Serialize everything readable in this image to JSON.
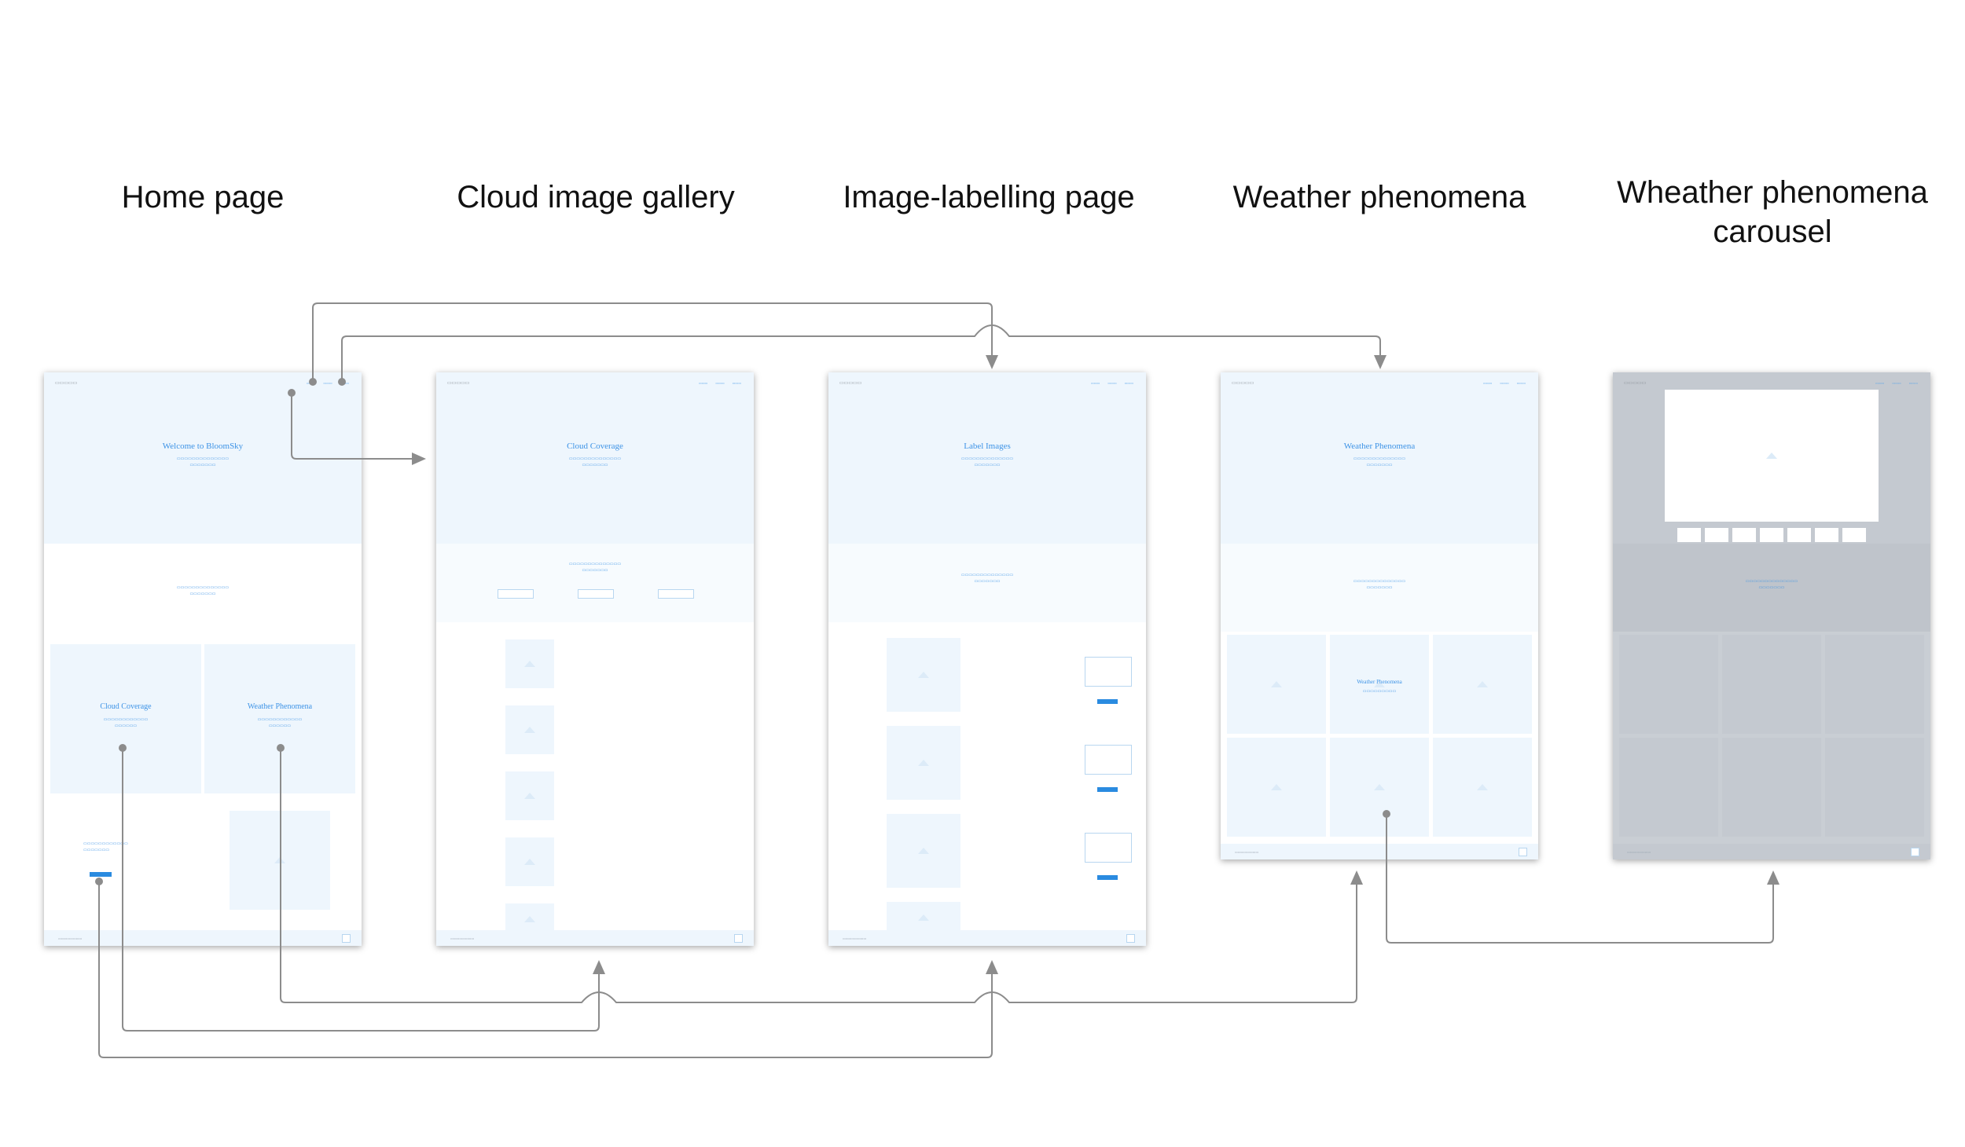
{
  "titles": {
    "home": "Home page",
    "gallery": "Cloud image gallery",
    "labelling": "Image-labelling page",
    "phenomena": "Weather phenomena",
    "carousel_line1": "Wheather phenomena",
    "carousel_line2": "carousel"
  },
  "frames": {
    "home": {
      "hero_title": "Welcome to BloomSky",
      "card_left_title": "Cloud Coverage",
      "card_right_title": "Weather Phenomena"
    },
    "gallery": {
      "hero_title": "Cloud Coverage"
    },
    "labelling": {
      "hero_title": "Label Images"
    },
    "phenomena": {
      "hero_title": "Weather Phenomena",
      "tile_title": "Weather Phenomena"
    }
  },
  "colors": {
    "accent": "#3d93e6",
    "wire": "#8c8c8c",
    "overlay": "#c4c9d0"
  }
}
